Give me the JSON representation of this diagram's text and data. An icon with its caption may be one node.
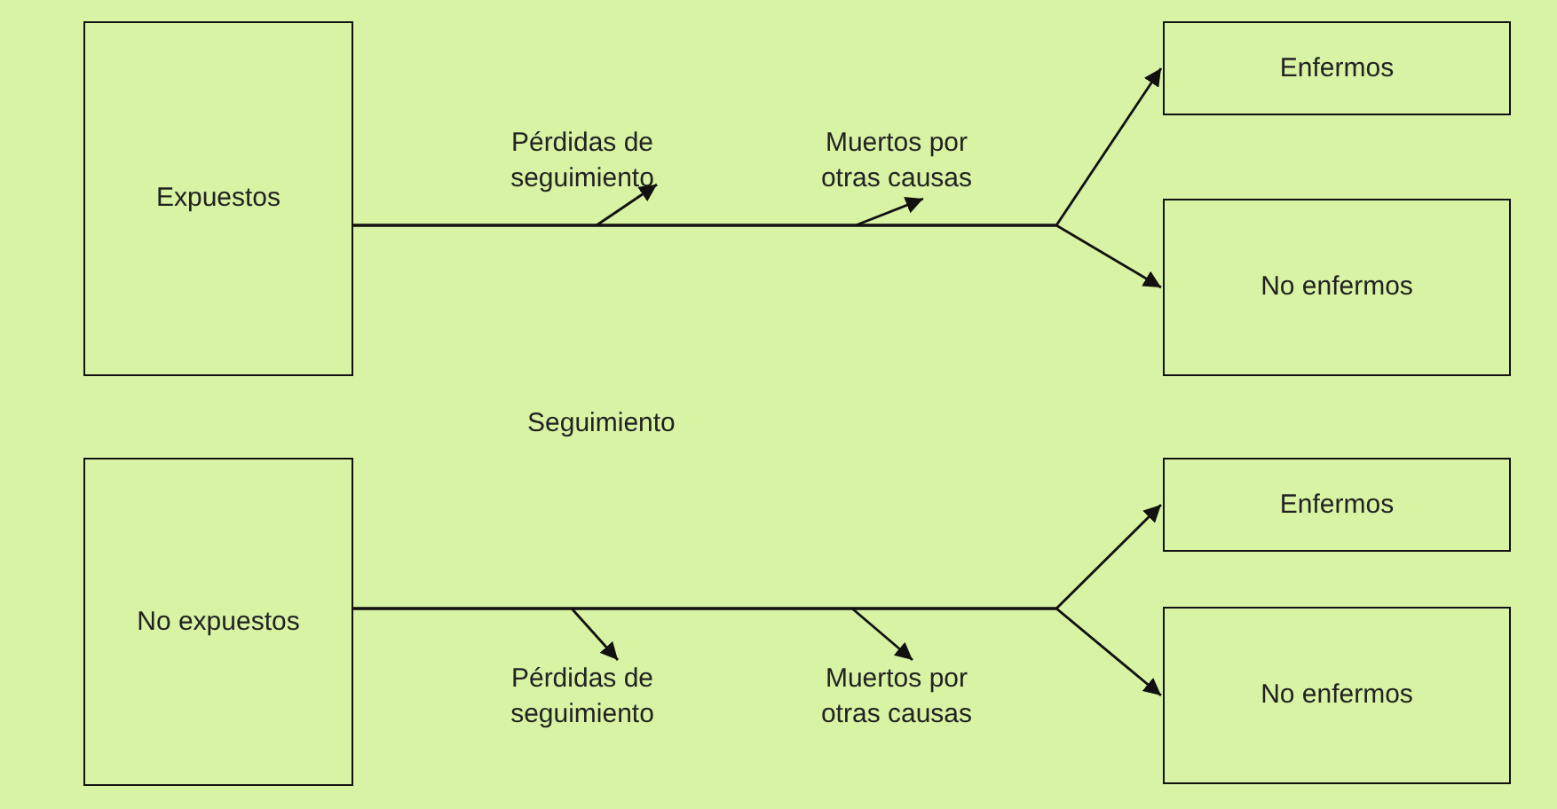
{
  "diagram": {
    "nodes": [
      {
        "text": [
          "Expuestos"
        ]
      },
      {
        "text": [
          "Pérdidas de seguimiento"
        ]
      },
      {
        "text": [
          "Muertos por otras causas"
        ]
      },
      {
        "text": [
          "Enfermos"
        ]
      },
      {
        "text": [
          "No enfermos"
        ]
      },
      {
        "text": [
          "No expuestos"
        ]
      },
      {
        "text": [
          "Pérdidas de seguimiento"
        ]
      },
      {
        "text": [
          "Muertos por otras causas"
        ]
      },
      {
        "text": [
          "Enfermos"
        ]
      },
      {
        "text": [
          "No enfermos"
        ]
      }
    ],
    "edges": [
      {
        "from": 0,
        "to": 3,
        "arrow": "to"
      },
      {
        "from": 0,
        "to": 4,
        "arrow": "to"
      },
      {
        "from": null,
        "to": 1,
        "arrow": "to"
      },
      {
        "from": null,
        "to": 2,
        "arrow": "to"
      },
      {
        "from": 5,
        "to": 8,
        "arrow": "to"
      },
      {
        "from": 5,
        "to": 9,
        "arrow": "to"
      },
      {
        "from": null,
        "to": 6,
        "arrow": "to"
      },
      {
        "from": null,
        "to": 7,
        "arrow": "to"
      }
    ],
    "labels": [
      "Seguimiento"
    ]
  }
}
